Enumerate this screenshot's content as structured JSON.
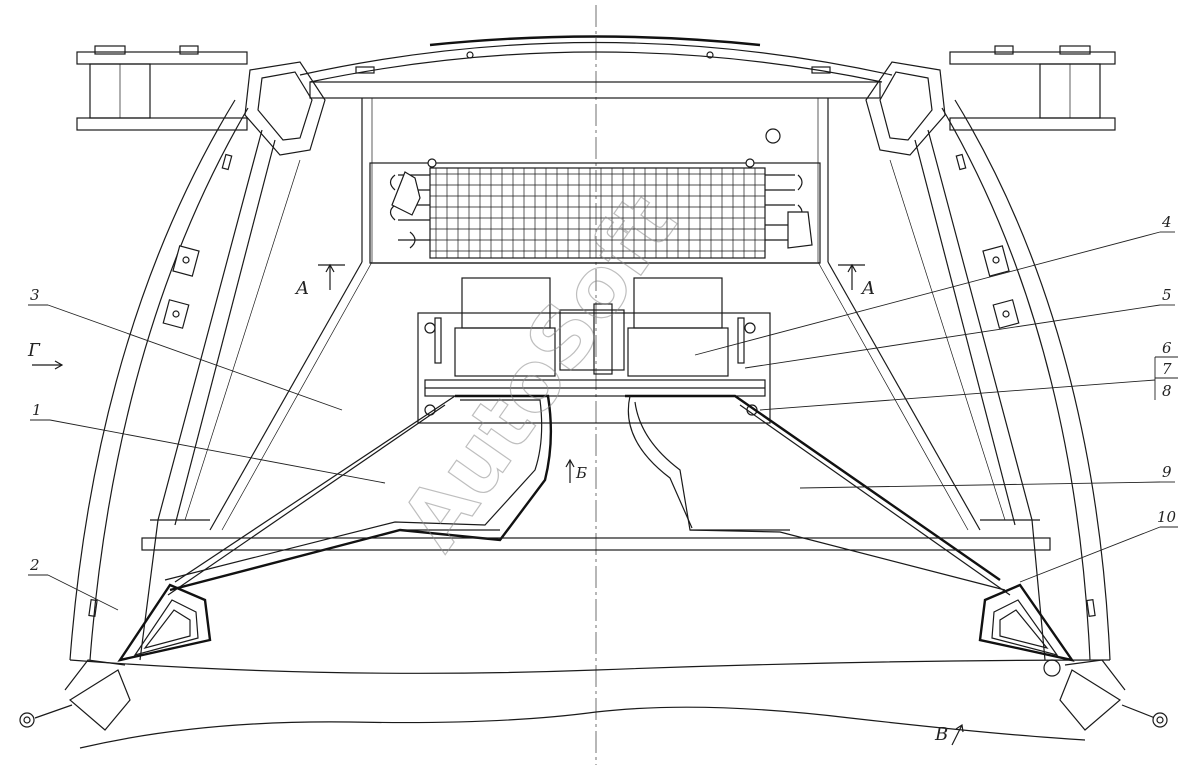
{
  "callouts": [
    {
      "id": "1",
      "label": "1"
    },
    {
      "id": "2",
      "label": "2"
    },
    {
      "id": "3",
      "label": "3"
    },
    {
      "id": "4",
      "label": "4"
    },
    {
      "id": "5",
      "label": "5"
    },
    {
      "id": "6",
      "label": "6"
    },
    {
      "id": "7",
      "label": "7"
    },
    {
      "id": "8",
      "label": "8"
    },
    {
      "id": "9",
      "label": "9"
    },
    {
      "id": "10",
      "label": "10"
    }
  ],
  "section_marks": {
    "left": "A",
    "right": "A",
    "view_g": "Г",
    "view_b": "Б",
    "view_v": "В"
  },
  "watermark": "AutoSoft"
}
